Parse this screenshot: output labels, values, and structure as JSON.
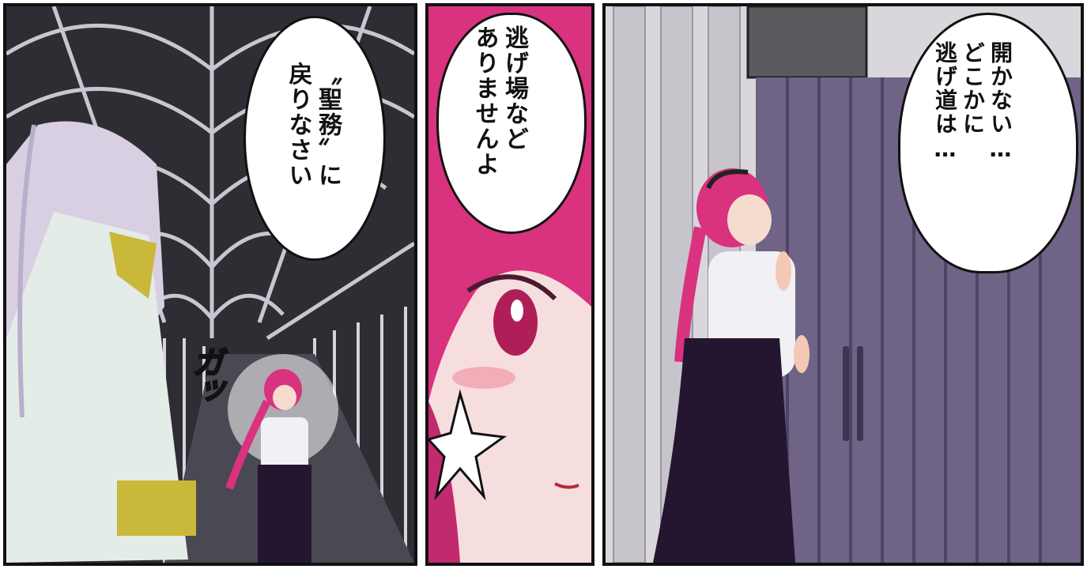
{
  "panels": [
    {
      "speech": {
        "col1": "〝聖務〟に",
        "col2": "戻りなさい"
      },
      "sfx": "ガッ"
    },
    {
      "speech": {
        "col1": "逃げ場など",
        "col2": "ありませんよ"
      }
    },
    {
      "speech": {
        "col1": "開かない…",
        "col2": "どこかに",
        "col3": "逃げ道は…"
      }
    }
  ],
  "colors": {
    "hair_pink": "#d9327e",
    "hair_silver": "#d8cfe2",
    "door_purple": "#6f6386",
    "robe_white": "#e4ece8",
    "trim_gold": "#c9b83a",
    "dress_black": "#241530"
  }
}
